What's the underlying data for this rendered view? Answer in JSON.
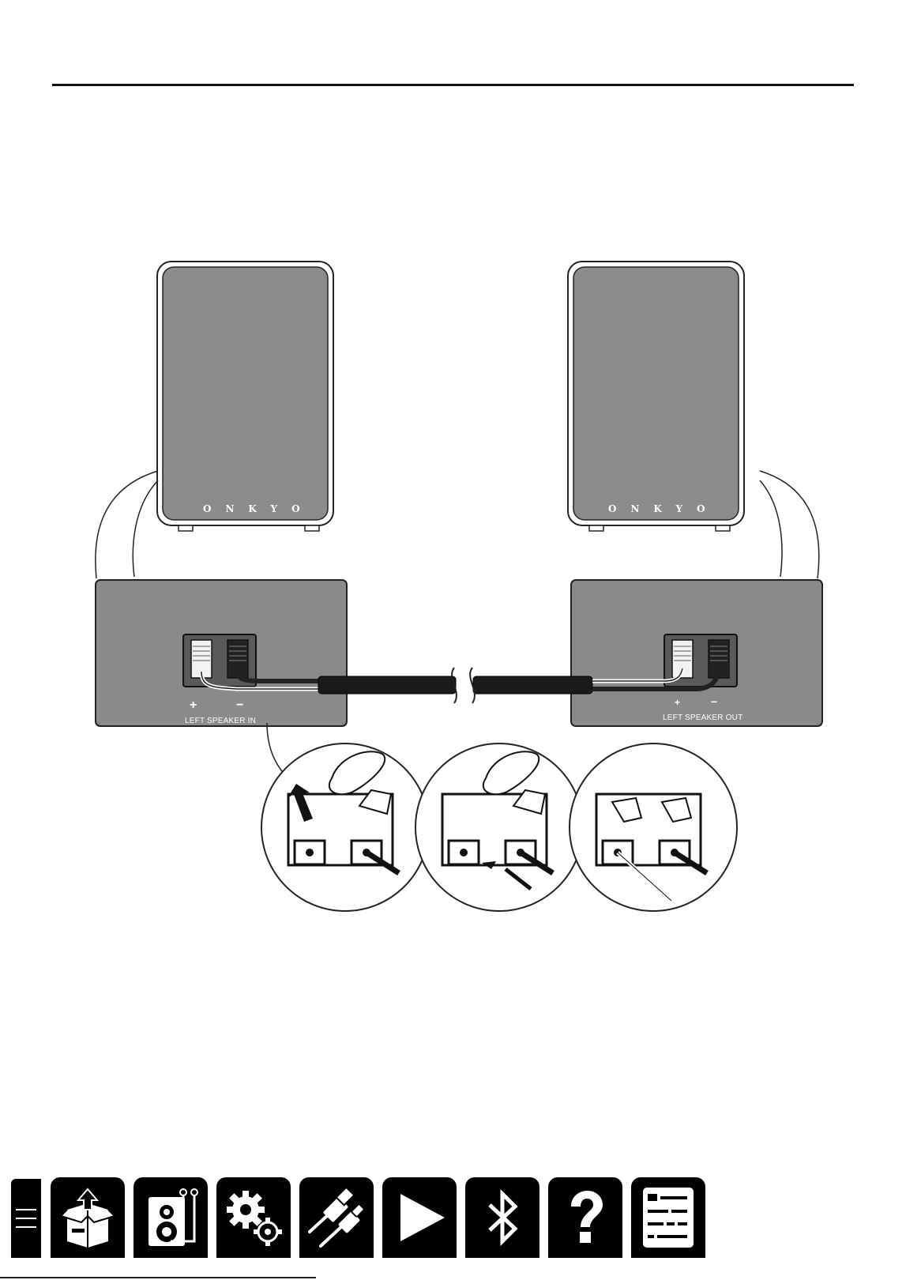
{
  "diagram": {
    "brand": "ONKYO",
    "left_panel": {
      "label": "LEFT SPEAKER IN",
      "plus": "+",
      "minus": "−"
    },
    "right_panel": {
      "label": "LEFT SPEAKER OUT",
      "plus": "+",
      "minus": "−"
    }
  },
  "nav": {
    "items": [
      {
        "icon": "box-unpack-icon"
      },
      {
        "icon": "speaker-connect-icon"
      },
      {
        "icon": "gears-icon"
      },
      {
        "icon": "usb-cables-icon"
      },
      {
        "icon": "play-icon"
      },
      {
        "icon": "bluetooth-icon"
      },
      {
        "icon": "help-icon"
      },
      {
        "icon": "spec-list-icon"
      }
    ]
  },
  "colors": {
    "panel_gray": "#8a8a8a",
    "speaker_gray": "#8c8c8c",
    "nav_black": "#000000"
  }
}
